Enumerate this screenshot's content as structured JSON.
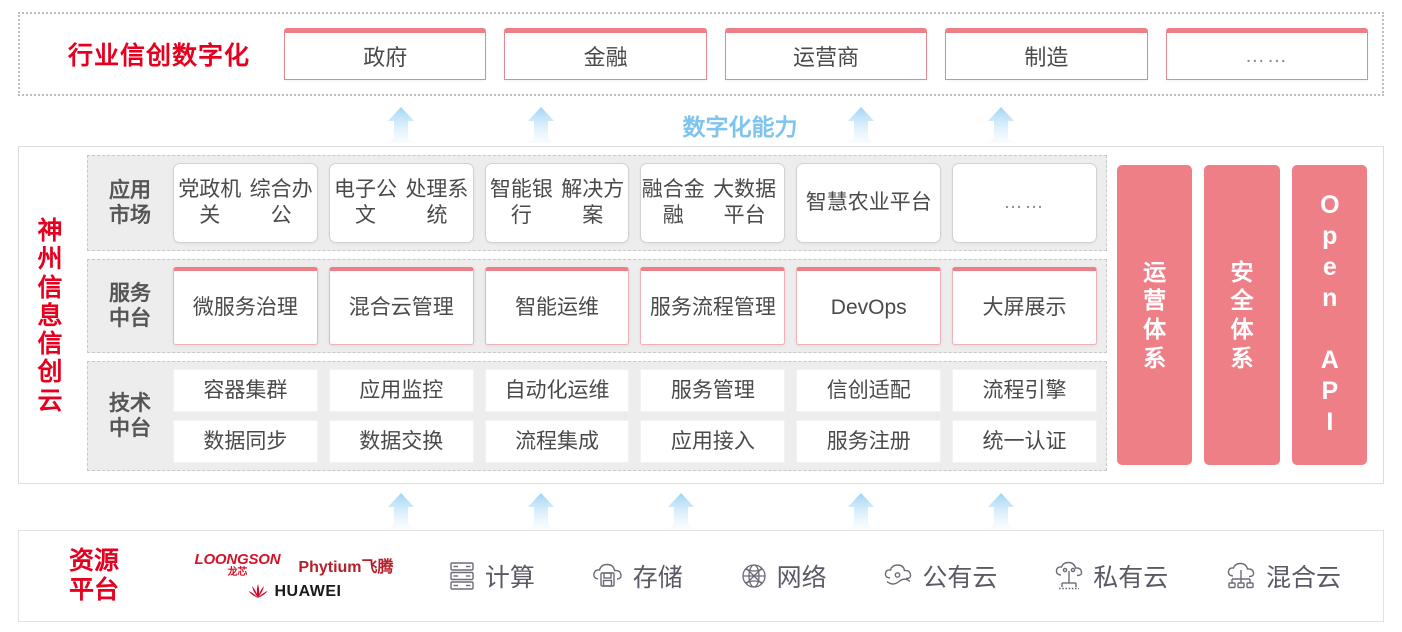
{
  "industry": {
    "title": "行业信创数字化",
    "boxes": [
      "政府",
      "金融",
      "运营商",
      "制造",
      "……"
    ]
  },
  "capability": {
    "label": "数字化能力"
  },
  "cloud": {
    "title_chars": [
      "神",
      "州",
      "信",
      "息",
      "信",
      "创",
      "云"
    ],
    "layers": [
      {
        "label_lines": [
          "应用",
          "市场"
        ],
        "cells": [
          "党政机关\n综合办公",
          "电子公文\n处理系统",
          "智能银行\n解决方案",
          "融合金融\n大数据平台",
          "智慧农业\n平台",
          "……"
        ]
      },
      {
        "label_lines": [
          "服务",
          "中台"
        ],
        "cells": [
          "微服务\n治理",
          "混合云\n管理",
          "智能运维",
          "服务流程\n管理",
          "DevOps",
          "大屏展示"
        ]
      },
      {
        "label_lines": [
          "技术",
          "中台"
        ],
        "rows": [
          [
            "容器集群",
            "应用监控",
            "自动化运维",
            "服务管理",
            "信创适配",
            "流程引擎"
          ],
          [
            "数据同步",
            "数据交换",
            "流程集成",
            "应用接入",
            "服务注册",
            "统一认证"
          ]
        ]
      }
    ],
    "pillars": [
      {
        "lines": [
          "运",
          "营",
          "体",
          "系"
        ],
        "rotated": false
      },
      {
        "lines": [
          "安",
          "全",
          "体",
          "系"
        ],
        "rotated": false
      },
      {
        "text": "Open API",
        "rotated": true
      }
    ]
  },
  "resource": {
    "title_lines": [
      "资源",
      "平台"
    ],
    "vendors": [
      {
        "name": "LOONGSON",
        "sub": "龙芯"
      },
      {
        "name": "Phytium飞腾"
      },
      {
        "name": "HUAWEI"
      }
    ],
    "items": [
      {
        "icon": "server-icon",
        "label": "计算"
      },
      {
        "icon": "cloud-storage-icon",
        "label": "存储"
      },
      {
        "icon": "network-globe-icon",
        "label": "网络"
      },
      {
        "icon": "public-cloud-icon",
        "label": "公有云"
      },
      {
        "icon": "private-cloud-icon",
        "label": "私有云"
      },
      {
        "icon": "hybrid-cloud-icon",
        "label": "混合云"
      }
    ]
  },
  "colors": {
    "brand_red": "#e60020",
    "pink": "#ef7f87",
    "arrow_blue": "#9ed4f5",
    "capability_blue": "#7fc4ef"
  },
  "arrows": {
    "top_positions": [
      378,
      518,
      838,
      978
    ],
    "bottom_positions": [
      378,
      518,
      658,
      838,
      978
    ]
  }
}
